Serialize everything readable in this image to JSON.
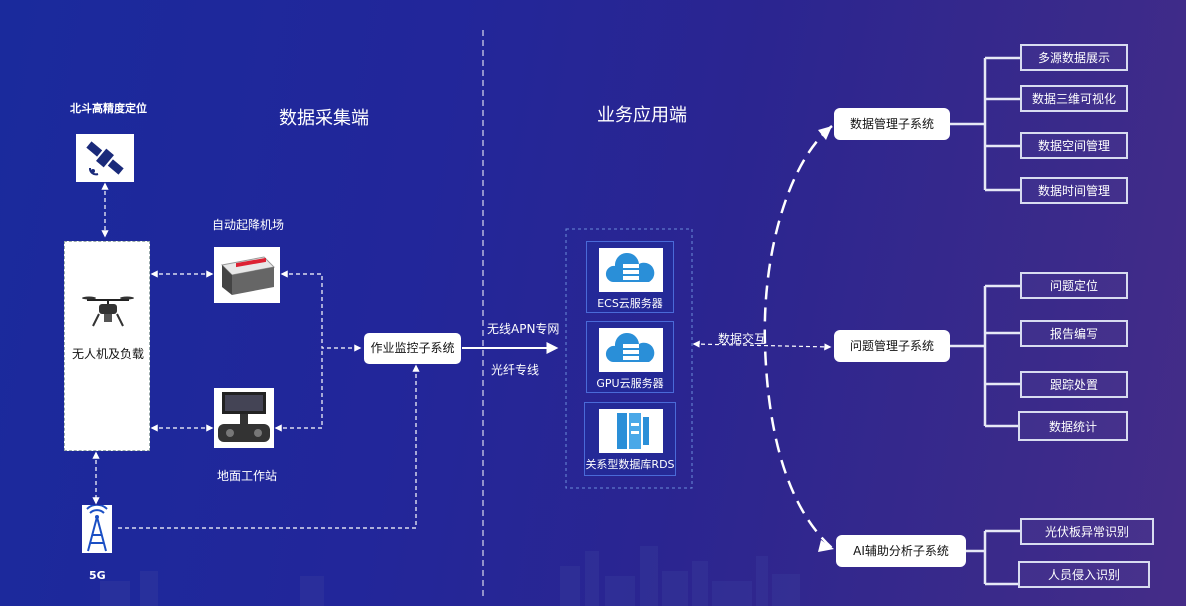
{
  "sections": {
    "collection_title": "数据采集端",
    "application_title": "业务应用端"
  },
  "collection": {
    "beidou_label": "北斗高精度定位",
    "uav_label": "无人机及负载",
    "dock_label": "自动起降机场",
    "ground_station_label": "地面工作站",
    "fiveg_label": "5G",
    "monitor_node": "作业监控子系统"
  },
  "links": {
    "apn": "无线APN专网",
    "fiber": "光纤专线",
    "exchange": "数据交互"
  },
  "servers": [
    {
      "name": "ECS云服务器",
      "icon": "cloud-server-icon"
    },
    {
      "name": "GPU云服务器",
      "icon": "cloud-server-icon"
    },
    {
      "name": "关系型数据库RDS",
      "icon": "database-icon"
    }
  ],
  "subsystems": [
    {
      "name": "数据管理子系统",
      "items": [
        "多源数据展示",
        "数据三维可视化",
        "数据空间管理",
        "数据时间管理"
      ]
    },
    {
      "name": "问题管理子系统",
      "items": [
        "问题定位",
        "报告编写",
        "跟踪处置",
        "数据统计"
      ]
    },
    {
      "name": "AI辅助分析子系统",
      "items": [
        "光伏板异常识别",
        "人员侵入识别"
      ]
    }
  ],
  "colors": {
    "background_start": "#1a2a9c",
    "background_end": "#452c88",
    "node_fill": "#ffffff",
    "leaf_border": "#d8dcf0",
    "server_border": "#4a6ad8"
  }
}
